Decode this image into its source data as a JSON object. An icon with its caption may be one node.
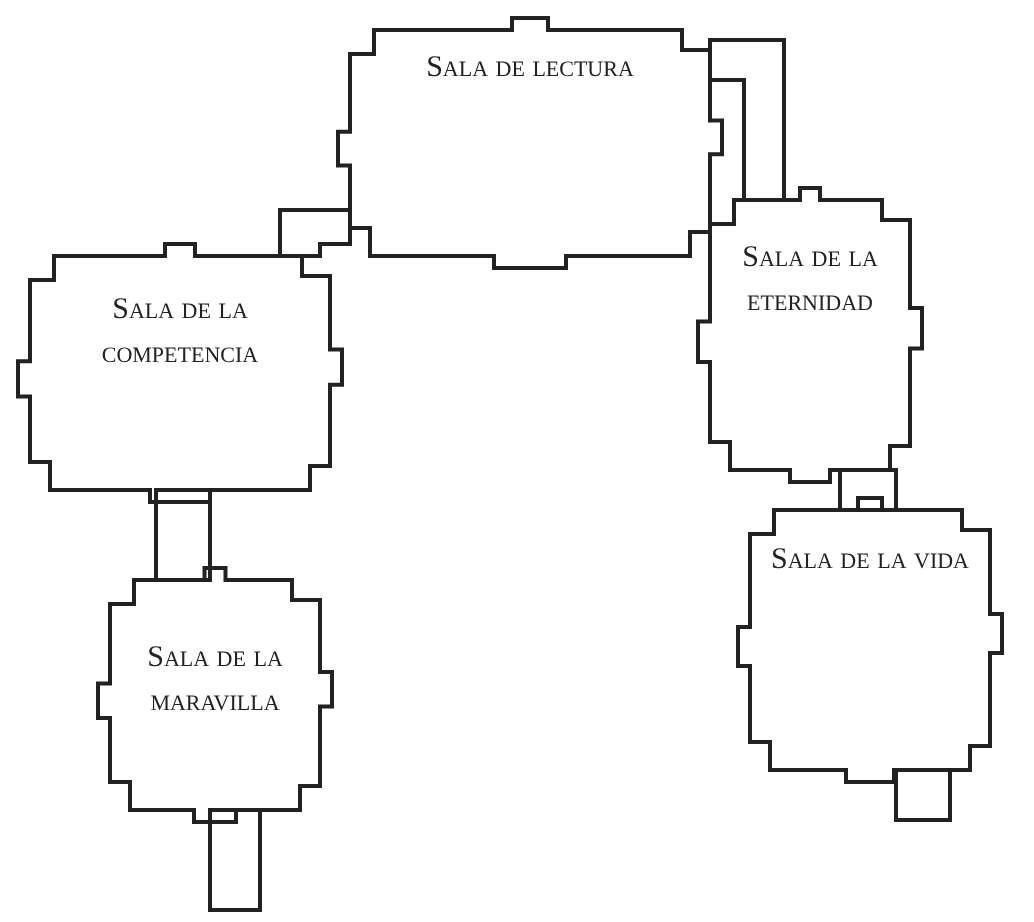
{
  "diagram": {
    "nodes": [
      {
        "text": [
          "Sala de lectura"
        ]
      },
      {
        "text": [
          "Sala de la eternidad"
        ]
      },
      {
        "text": [
          "Sala de la competencia"
        ]
      },
      {
        "text": [
          "Sala de la vida"
        ]
      },
      {
        "text": [
          "Sala de la maravilla"
        ]
      }
    ],
    "edges": [
      {
        "from": 2,
        "to": 0,
        "arrow": "none"
      },
      {
        "from": 0,
        "to": 1,
        "arrow": "none"
      },
      {
        "from": 1,
        "to": 3,
        "arrow": "none"
      },
      {
        "from": 2,
        "to": 4,
        "arrow": "none"
      },
      {
        "from": 4,
        "to": null,
        "arrow": "none"
      },
      {
        "from": 3,
        "to": null,
        "arrow": "none"
      }
    ]
  }
}
